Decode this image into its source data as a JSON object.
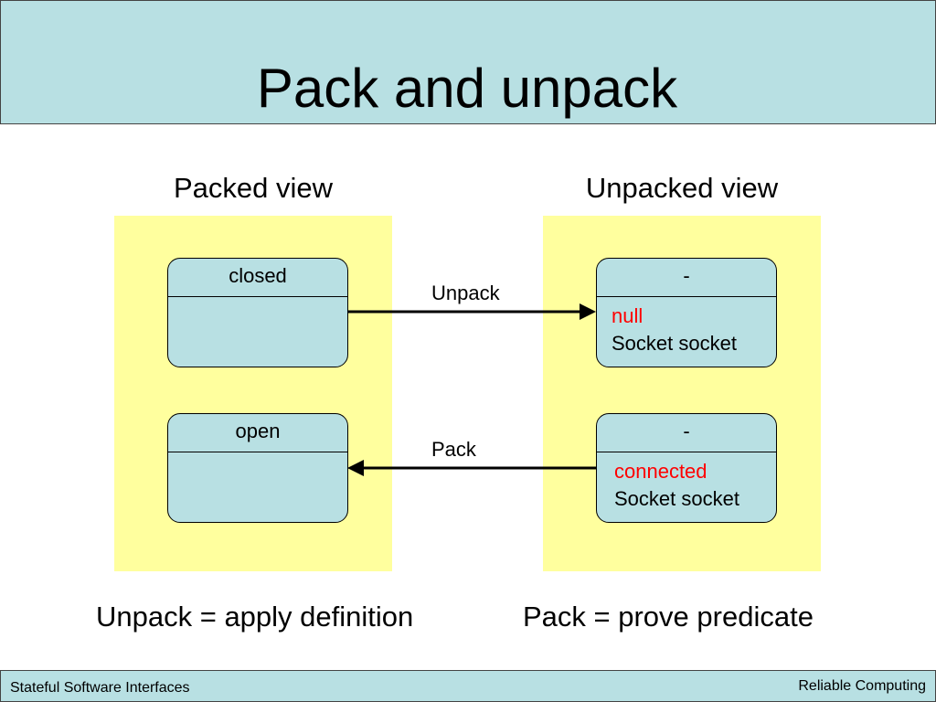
{
  "title": "Pack and unpack",
  "packed_view": {
    "heading": "Packed view",
    "states": [
      {
        "name": "closed"
      },
      {
        "name": "open"
      }
    ]
  },
  "unpacked_view": {
    "heading": "Unpacked view",
    "states": [
      {
        "name": "-",
        "predicate": "null",
        "field": "Socket socket"
      },
      {
        "name": "-",
        "predicate": "connected",
        "field": "Socket socket"
      }
    ]
  },
  "arrows": {
    "unpack_label": "Unpack",
    "pack_label": "Pack"
  },
  "captions": {
    "left": "Unpack = apply definition",
    "right": "Pack = prove predicate"
  },
  "footer": {
    "left": "Stateful Software Interfaces",
    "right": "Reliable Computing"
  },
  "colors": {
    "header_footer_bg": "#b8e0e3",
    "panel_bg": "#ffff9e",
    "state_bg": "#b8e0e3",
    "predicate_text": "#ff0000"
  }
}
